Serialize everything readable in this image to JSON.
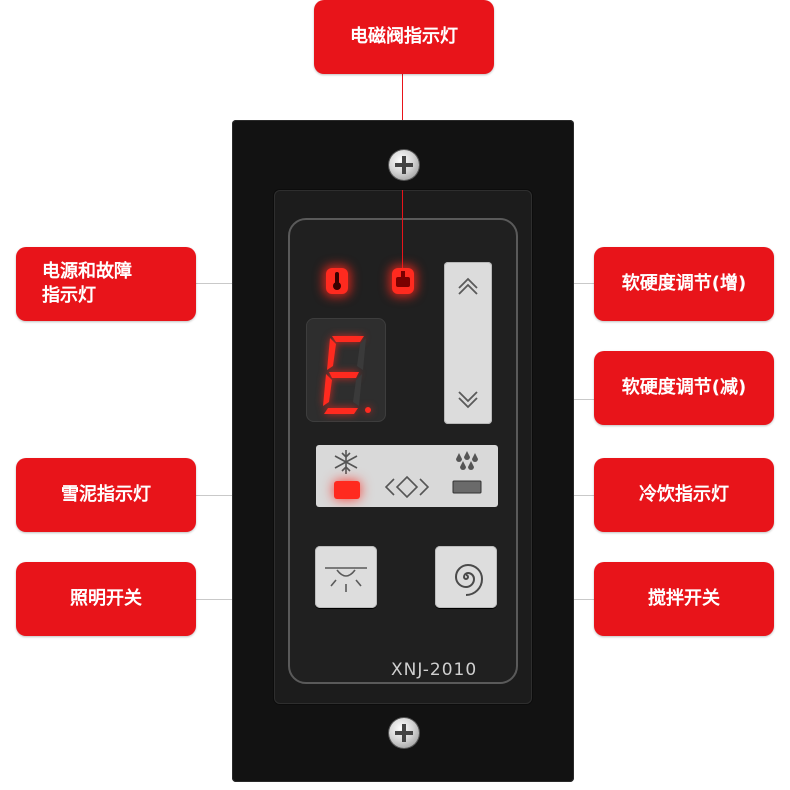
{
  "callouts": {
    "solenoid": "电磁阀指示灯",
    "power_fault_line1": "电源和故障",
    "power_fault_line2": "指示灯",
    "hardness_up": "软硬度调节(增)",
    "hardness_down": "软硬度调节(减)",
    "slush": "雪泥指示灯",
    "cold_drink": "冷饮指示灯",
    "light_switch": "照明开关",
    "stir_switch": "搅拌开关"
  },
  "panel": {
    "model": "XNJ-2010",
    "display_char": "E"
  },
  "colors": {
    "callout_red": "#e8141a",
    "led_red": "#ff2a1f",
    "plate": "#121212",
    "key_gray": "#dddddd"
  },
  "icons": {
    "power_fault_led": "thermometer-icon",
    "solenoid_led": "valve-icon",
    "hardness_up": "chevron-up-icon",
    "hardness_down": "chevron-down-icon",
    "slush": "snowflake-icon",
    "mode": "diamond-arrows-icon",
    "cold_drink": "droplets-cup-icon",
    "light": "light-icon",
    "stir": "spiral-icon"
  }
}
